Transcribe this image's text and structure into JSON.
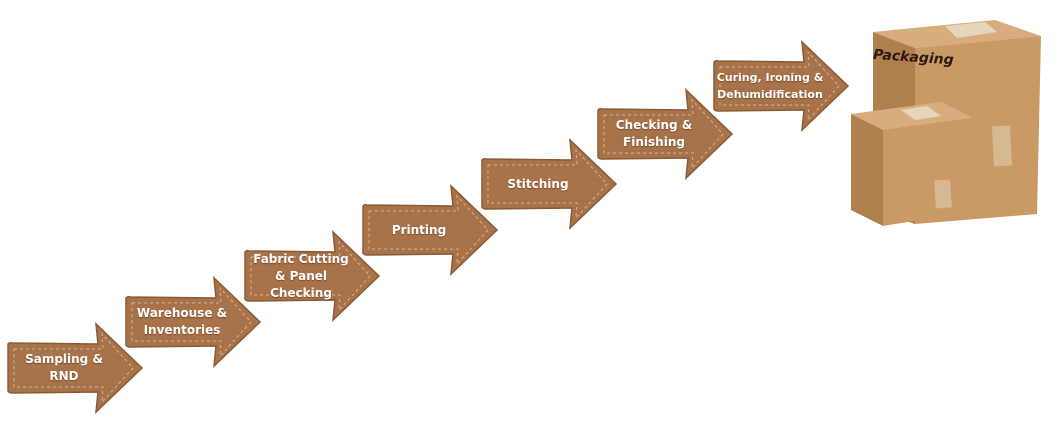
{
  "steps": [
    {
      "label": "Sampling & RND"
    },
    {
      "label": "Warehouse & Inventories"
    },
    {
      "label": "Fabric Cutting & Panel Checking"
    },
    {
      "label": "Printing"
    },
    {
      "label": "Stitching"
    },
    {
      "label": "Checking & Finishing"
    },
    {
      "label": "Curing, Ironing & Dehumidification"
    }
  ],
  "final": {
    "label": "Packaging"
  },
  "colors": {
    "burlap": "#a9734a",
    "burlap_dark": "#8a5a38",
    "stitch": "#d9b48f",
    "box": "#c99a66",
    "box_dark": "#b07f4e",
    "box_top": "#d8ad7d",
    "tape": "#e8dcc8"
  }
}
